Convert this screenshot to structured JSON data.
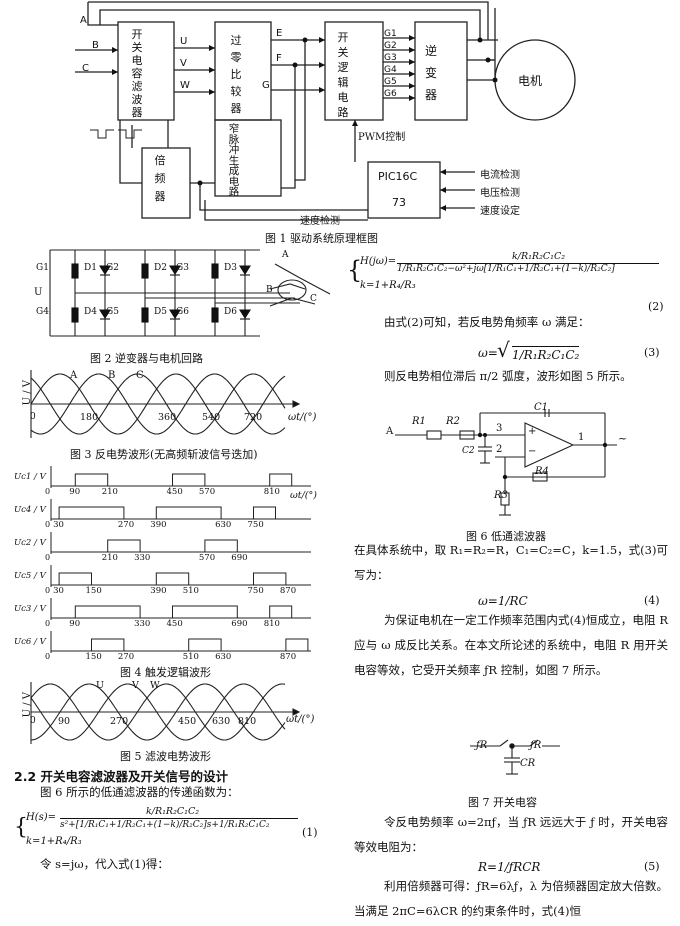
{
  "fig1": {
    "caption": "图 1   驱动系统原理框图",
    "blocks": {
      "filter": [
        "开",
        "关",
        "电",
        "容",
        "滤",
        "波",
        "器"
      ],
      "comparator": [
        "过",
        "零",
        "比",
        "较",
        "器"
      ],
      "logic": [
        "开",
        "关",
        "逻",
        "辑",
        "电",
        "路"
      ],
      "inverter": [
        "逆",
        "变",
        "器"
      ],
      "motor": "电机",
      "freq": [
        "倍",
        "频",
        "器"
      ],
      "pulse": [
        "窄",
        "脉",
        "冲",
        "生",
        "成",
        "电",
        "路"
      ],
      "mcu1": "PIC16C",
      "mcu2": "73"
    },
    "labels": {
      "a": "A",
      "b": "B",
      "c": "C",
      "u": "U",
      "v": "V",
      "w": "W",
      "e": "E",
      "f": "F",
      "g": "G",
      "g1": "G1",
      "g2": "G2",
      "g3": "G3",
      "g4": "G4",
      "g5": "G5",
      "g6": "G6",
      "pwm": "PWM控制",
      "current": "电流检测",
      "voltage": "电压检测",
      "speed_set": "速度设定",
      "speed_det": "速度检测"
    }
  },
  "fig2": {
    "caption": "图 2   逆变器与电机回路",
    "switches": [
      "G1",
      "G2",
      "G3",
      "G4",
      "G5",
      "G6"
    ],
    "diodes": [
      "D1",
      "D2",
      "D3",
      "D4",
      "D5",
      "D6"
    ],
    "u": "U",
    "a": "A",
    "b": "B",
    "c": "C"
  },
  "fig3": {
    "caption": "图 3   反电势波形(无高频斩波信号迭加)",
    "ylabel": "U / V",
    "xlabel": "ωt/(°)",
    "origin": "0",
    "phases": [
      "A",
      "B",
      "C"
    ],
    "ticks": [
      "180",
      "360",
      "540",
      "720"
    ]
  },
  "fig4": {
    "caption": "图 4   触发逻辑波形",
    "xlabel": "ωt/(°)",
    "rows": [
      {
        "label": "Uᴄ1 / V",
        "origin": "0",
        "ticks": [
          "90",
          "210",
          "450",
          "570",
          "810"
        ]
      },
      {
        "label": "Uᴄ4 / V",
        "origin": "0",
        "ticks": [
          "30",
          "270",
          "390",
          "630",
          "750"
        ]
      },
      {
        "label": "Uᴄ2 / V",
        "origin": "0",
        "ticks": [
          "210",
          "330",
          "570",
          "690"
        ]
      },
      {
        "label": "Uᴄ5 / V",
        "origin": "0",
        "ticks": [
          "30",
          "150",
          "390",
          "510",
          "750",
          "870"
        ]
      },
      {
        "label": "Uᴄ3 / V",
        "origin": "0",
        "ticks": [
          "90",
          "330",
          "450",
          "690",
          "810"
        ]
      },
      {
        "label": "Uᴄ6 / V",
        "origin": "0",
        "ticks": [
          "150",
          "270",
          "510",
          "630",
          "870"
        ]
      }
    ]
  },
  "fig5": {
    "caption": "图 5   滤波电势波形",
    "ylabel": "U / V",
    "xlabel": "ωt/(°)",
    "origin": "0",
    "phases": [
      "U",
      "V",
      "W"
    ],
    "ticks": [
      "90",
      "270",
      "450",
      "630",
      "810"
    ]
  },
  "fig6": {
    "caption": "图 6   低通滤波器",
    "a": "A",
    "r1": "R1",
    "r2": "R2",
    "c2": "C2",
    "c1": "C1",
    "r4": "R4",
    "r3": "R3",
    "n3": "3",
    "n2": "2",
    "n1": "1",
    "minus": "−",
    "plus": "+",
    "out": "~"
  },
  "fig7": {
    "caption": "图 7   开关电容",
    "fr1": "ƒR",
    "fr2": "ƒR",
    "cr": "CR"
  },
  "text": {
    "sec_heading": "2.2   开关电容滤波器及开关信号的设计",
    "intro": "图 6 所示的低通滤波器的传递函数为：",
    "eq1_num": "k/R₁R₂C₁C₂",
    "eq1_den": "s²+[1/R₁C₁+1/R₂C₁+(1−k)/R₂C₂]s+1/R₁R₂C₁C₂",
    "eq1_lhs": "H(s)=",
    "eq1_k": "k=1+R₄/R₃",
    "eq1_no": "(1)",
    "let_s": "令 s=jω，代入式(1)得：",
    "eq2_lhs": "H(jω)=",
    "eq2_num": "k/R₁R₂C₁C₂",
    "eq2_den": "1/R₁R₂C₁C₂−ω²+jω[1/R₁C₁+1/R₂C₁+(1−k)/R₂C₂]",
    "eq2_k": "k=1+R₄/R₃",
    "eq2_no": "(2)",
    "p_from2": "由式(2)可知，若反电势角频率 ω 满足：",
    "eq3_lhs": "ω=",
    "eq3_rad": "1/R₁R₂C₁C₂",
    "eq3_no": "(3)",
    "p_phase": "则反电势相位滞后 π/2 弧度，波形如图 5 所示。",
    "p_sys": "在具体系统中，取 R₁=R₂=R，C₁=C₂=C，k=1.5，式(3)可写为：",
    "eq4": "ω=1/RC",
    "eq4_no": "(4)",
    "p_ensure": "为保证电机在一定工作频率范围内式(4)恒成立，电阻 R 应与 ω 成反比关系。在本文所论述的系统中，电阻 R 用开关电容等效，它受开关频率 ƒR 控制，如图 7 所示。",
    "p_let": "令反电势频率 ω=2πƒ，当 ƒR 远远大于 ƒ 时，开关电容等效电阻为：",
    "eq5": "R=1/ƒRCR",
    "eq5_no": "(5)",
    "p_last": "利用倍频器可得：ƒR=6λƒ，λ 为倍频器固定放大倍数。当满足 2πC=6λCR 的约束条件时，式(4)恒"
  }
}
